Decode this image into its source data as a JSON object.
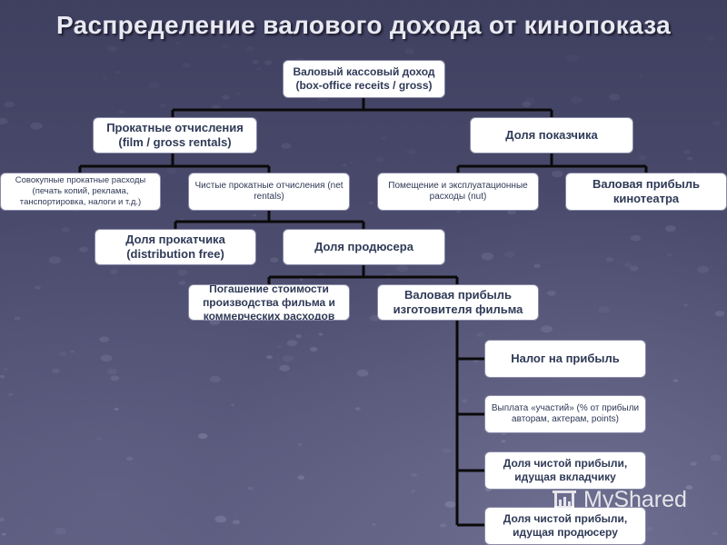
{
  "title": "Распределение валового дохода от кинопоказа",
  "nodes": {
    "gross": "Валовый кассовый доход (box-office receits / gross)",
    "film_rentals": "Прокатные отчисления (film / gross rentals)",
    "exhibitor_share": "Доля показчика",
    "rental_costs": "Совокупные прокатные расходы (печать копий, реклама, тaнспортировка, налоги и т.д.)",
    "net_rentals": "Чистые прокатные отчисления (net rentals)",
    "premises_costs": "Помещение и эксплуатационные расходы (nut)",
    "cinema_profit": "Валовая прибыль кинотеатра",
    "distributor_share": "Доля прокатчика (distribution free)",
    "producer_share": "Доля продюсера",
    "production_costs": "Погашение стоимости производства фильма и коммерческих расходов",
    "maker_profit": "Валовая прибыль изготовителя фильма",
    "profit_tax": "Налог на прибыль",
    "participations": "Выплата «участий» (% от прибыли авторам, актерам, points)",
    "investor_share": "Доля чистой прибыли, идущая вкладчику",
    "producer_net_share": "Доля чистой прибыли, идущая продюсеру"
  },
  "watermark": {
    "text": "MyShared",
    "icon": "presentation-icon"
  },
  "colors": {
    "box_fill": "#ffffff",
    "box_text": "#2f3a57",
    "connector": "#0a0a0a"
  }
}
